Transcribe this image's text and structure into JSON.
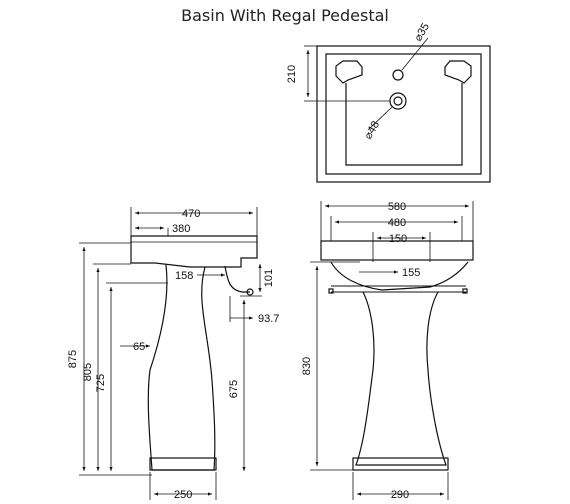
{
  "title": "Basin With Regal Pedestal",
  "plan": {
    "depth": "210",
    "tap_hole": "⌀35",
    "waste": "⌀48"
  },
  "side": {
    "width_470": "470",
    "width_380": "380",
    "trap_158": "158",
    "height_101": "101",
    "trap_937": "93.7",
    "offset_65": "65",
    "h875": "875",
    "h805": "805",
    "h725": "725",
    "h675": "675",
    "base_250": "250"
  },
  "front": {
    "w580": "580",
    "w480": "480",
    "w150": "150",
    "w155": "155",
    "h830": "830",
    "base_290": "290"
  }
}
